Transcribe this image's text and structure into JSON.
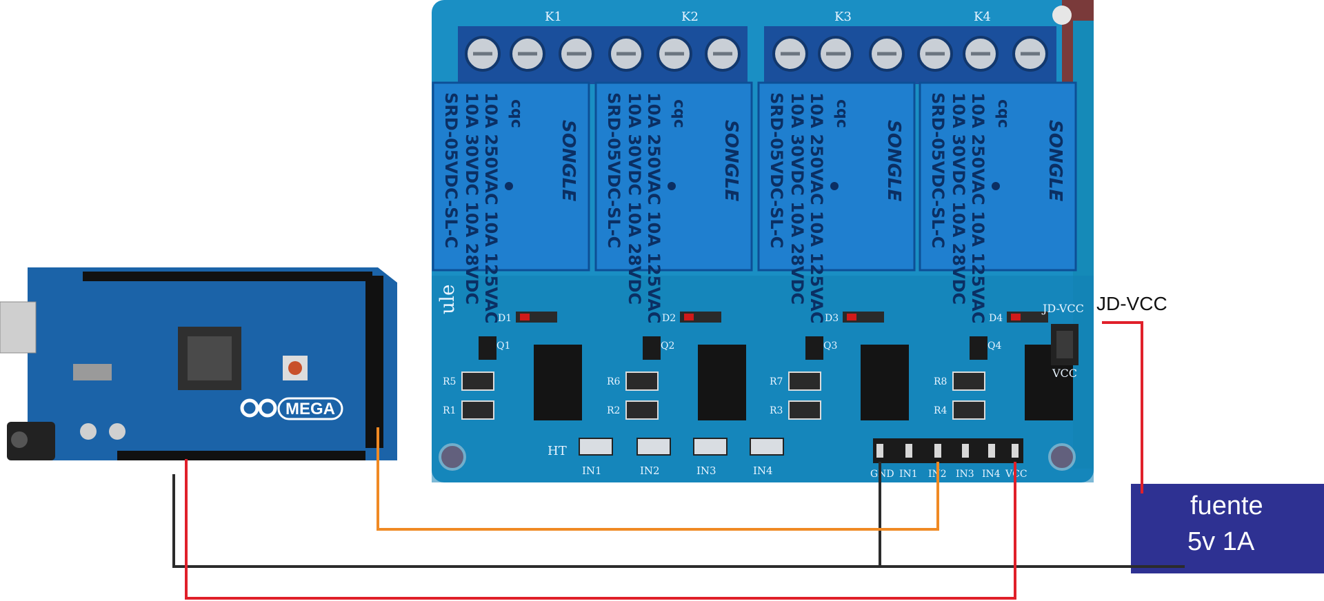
{
  "relay_module": {
    "relays": [
      {
        "label": "K1",
        "spec_line1": "SRD-05VDC-SL-C",
        "spec_line2": "10A 30VDC 10A 28VDC",
        "spec_line3": "10A 250VAC 10A 125VAC",
        "brand": "SONGLE",
        "mark": "cqc"
      },
      {
        "label": "K2",
        "spec_line1": "SRD-05VDC-SL-C",
        "spec_line2": "10A 30VDC 10A 28VDC",
        "spec_line3": "10A 250VAC 10A 125VAC",
        "brand": "SONGLE",
        "mark": "cqc"
      },
      {
        "label": "K3",
        "spec_line1": "SRD-05VDC-SL-C",
        "spec_line2": "10A 30VDC 10A 28VDC",
        "spec_line3": "10A 250VAC 10A 125VAC",
        "brand": "SONGLE",
        "mark": "cqc"
      },
      {
        "label": "K4",
        "spec_line1": "SRD-05VDC-SL-C",
        "spec_line2": "10A 30VDC 10A 28VDC",
        "spec_line3": "10A 250VAC 10A 125VAC",
        "brand": "SONGLE",
        "mark": "cqc"
      }
    ],
    "diodes": [
      "D1",
      "D2",
      "D3",
      "D4"
    ],
    "transistors": [
      "Q1",
      "Q2",
      "Q3",
      "Q4"
    ],
    "resistors_top": [
      "R5",
      "R6",
      "R7",
      "R8"
    ],
    "resistors_bottom": [
      "R1",
      "R2",
      "R3",
      "R4"
    ],
    "leds": [
      "IN1",
      "IN2",
      "IN3",
      "IN4"
    ],
    "led_prefix": "HT",
    "header_pins": [
      "GND",
      "IN1",
      "IN2",
      "IN3",
      "IN4",
      "VCC"
    ],
    "jumper_top": "JD-VCC",
    "jumper_bottom": "VCC",
    "edge_text": "ule",
    "colors": {
      "board": "#1a8fc4",
      "relay": "#1f7fcf",
      "terminal": "#1a4f9c"
    }
  },
  "arduino": {
    "logo_text": "MEGA",
    "board_color": "#1b63a8",
    "logo_icon": "infinity-logo-icon"
  },
  "power_supply": {
    "line1": "fuente",
    "line2": "5v  1A",
    "color": "#2e3192"
  },
  "labels": {
    "jd_vcc": "JD-VCC"
  },
  "wire_colors": {
    "gnd": "#2b2b2b",
    "vcc": "#e0202a",
    "signal": "#f08a24",
    "jdvcc": "#e0202a"
  }
}
